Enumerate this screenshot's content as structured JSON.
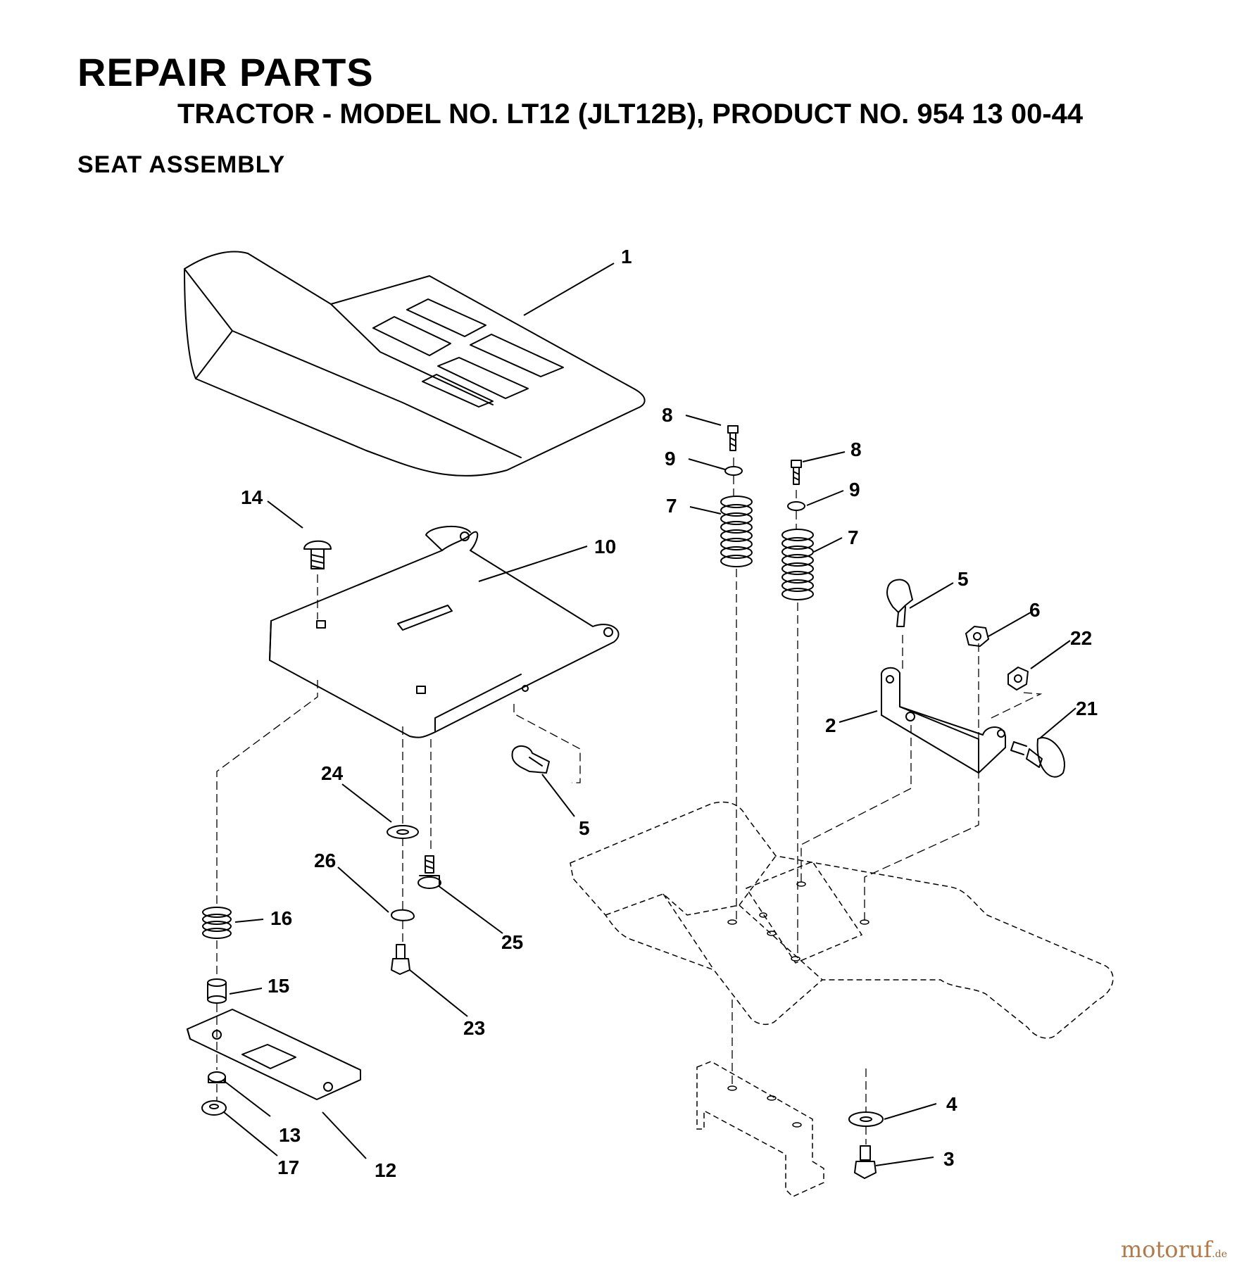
{
  "header": {
    "title": "REPAIR PARTS",
    "subtitle": "TRACTOR - MODEL NO. LT12 (JLT12B), PRODUCT NO. 954 13 00-44",
    "section": "SEAT ASSEMBLY"
  },
  "callouts": {
    "c1": "1",
    "c2": "2",
    "c3": "3",
    "c4": "4",
    "c5a": "5",
    "c5b": "5",
    "c6": "6",
    "c7a": "7",
    "c7b": "7",
    "c8a": "8",
    "c8b": "8",
    "c9a": "9",
    "c9b": "9",
    "c10": "10",
    "c12": "12",
    "c13": "13",
    "c14": "14",
    "c15": "15",
    "c16": "16",
    "c17": "17",
    "c21": "21",
    "c22": "22",
    "c23": "23",
    "c24": "24",
    "c25": "25",
    "c26": "26"
  },
  "watermark": {
    "brand": "motoruf",
    "tld": ".de"
  }
}
